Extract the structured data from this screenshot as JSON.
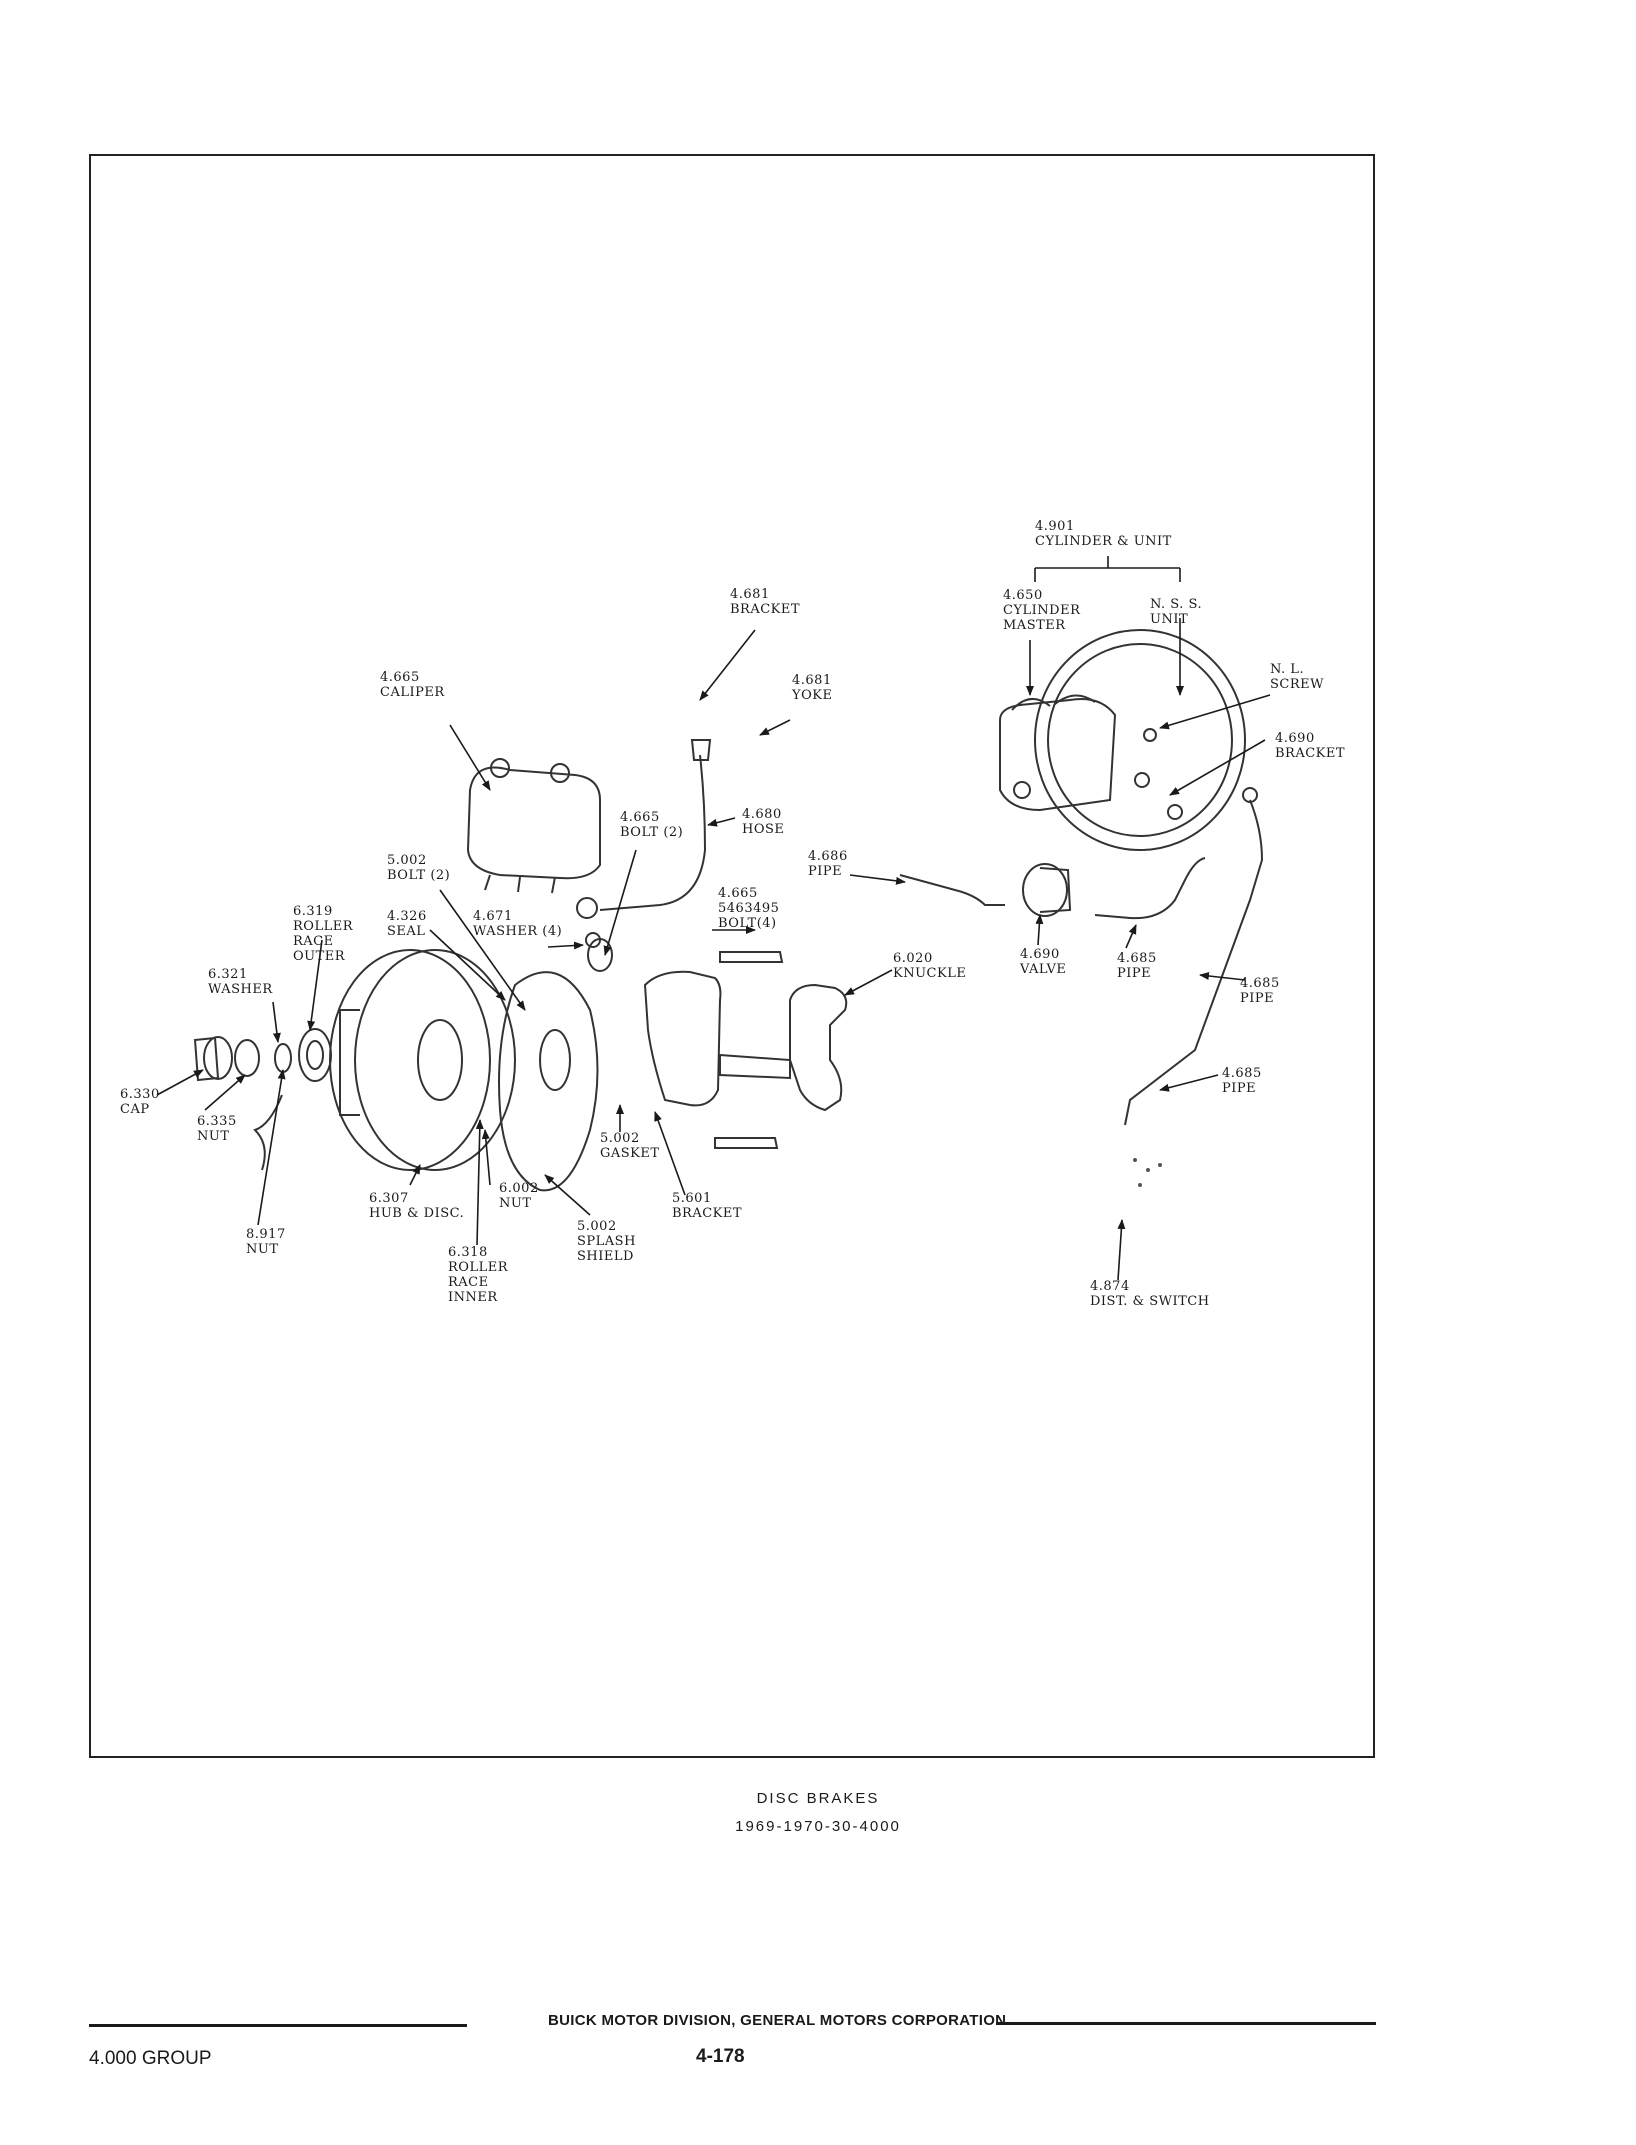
{
  "labels": [
    {
      "id": "l1",
      "lines": [
        "4.901",
        "CYLINDER & UNIT"
      ]
    },
    {
      "id": "l2",
      "lines": [
        "4.650",
        "CYLINDER",
        "MASTER"
      ]
    },
    {
      "id": "l3",
      "lines": [
        "N. S. S.",
        "UNIT"
      ]
    },
    {
      "id": "l4",
      "lines": [
        "N. L.",
        "SCREW"
      ]
    },
    {
      "id": "l5",
      "lines": [
        "4.690",
        "BRACKET"
      ]
    },
    {
      "id": "l6",
      "lines": [
        "4.681",
        "BRACKET"
      ]
    },
    {
      "id": "l7",
      "lines": [
        "4.681",
        "YOKE"
      ]
    },
    {
      "id": "l8",
      "lines": [
        "4.665",
        "CALIPER"
      ]
    },
    {
      "id": "l9",
      "lines": [
        "4.665",
        "BOLT (2)"
      ]
    },
    {
      "id": "l10",
      "lines": [
        "4.680",
        "HOSE"
      ]
    },
    {
      "id": "l11",
      "lines": [
        "5.002",
        "BOLT (2)"
      ]
    },
    {
      "id": "l12",
      "lines": [
        "4.326",
        "SEAL"
      ]
    },
    {
      "id": "l13",
      "lines": [
        "4.671",
        "WASHER (4)"
      ]
    },
    {
      "id": "l14",
      "lines": [
        "4.686",
        "PIPE"
      ]
    },
    {
      "id": "l15",
      "lines": [
        "4.665",
        "5463495",
        "BOLT(4)"
      ]
    },
    {
      "id": "l16",
      "lines": [
        "6.319",
        "ROLLER",
        "RACE",
        "OUTER"
      ]
    },
    {
      "id": "l17",
      "lines": [
        "6.321",
        "WASHER"
      ]
    },
    {
      "id": "l18",
      "lines": [
        "6.020",
        "KNUCKLE"
      ]
    },
    {
      "id": "l19",
      "lines": [
        "4.690",
        "VALVE"
      ]
    },
    {
      "id": "l20",
      "lines": [
        "4.685",
        "PIPE"
      ]
    },
    {
      "id": "l21",
      "lines": [
        "4.685",
        "PIPE"
      ]
    },
    {
      "id": "l22",
      "lines": [
        "4.685",
        "PIPE"
      ]
    },
    {
      "id": "l23",
      "lines": [
        "6.330",
        "CAP"
      ]
    },
    {
      "id": "l24",
      "lines": [
        "6.335",
        "NUT"
      ]
    },
    {
      "id": "l25",
      "lines": [
        "5.002",
        "GASKET"
      ]
    },
    {
      "id": "l26",
      "lines": [
        "6.307",
        "HUB & DISC."
      ]
    },
    {
      "id": "l27",
      "lines": [
        "6.002",
        "NUT"
      ]
    },
    {
      "id": "l28",
      "lines": [
        "5.601",
        "BRACKET"
      ]
    },
    {
      "id": "l29",
      "lines": [
        "8.917",
        "NUT"
      ]
    },
    {
      "id": "l30",
      "lines": [
        "5.002",
        "SPLASH",
        "SHIELD"
      ]
    },
    {
      "id": "l31",
      "lines": [
        "6.318",
        "ROLLER",
        "RACE",
        "INNER"
      ]
    },
    {
      "id": "l32",
      "lines": [
        "4.874",
        "DIST. & SWITCH"
      ]
    }
  ],
  "caption": {
    "title": "DISC BRAKES",
    "code": "1969-1970-30-4000"
  },
  "footer": {
    "company": "BUICK MOTOR DIVISION, GENERAL MOTORS CORPORATION",
    "group": "4.000 GROUP",
    "page": "4-178"
  }
}
